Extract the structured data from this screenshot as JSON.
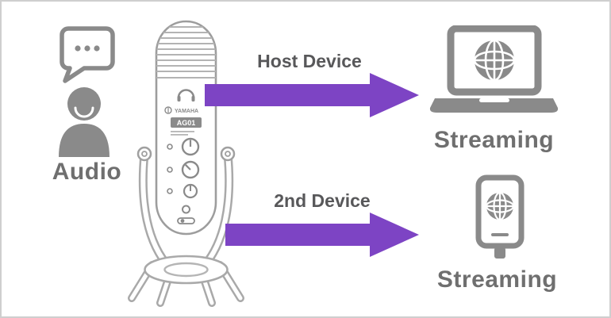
{
  "diagram": {
    "left": {
      "label": "Audio"
    },
    "mic": {
      "brand": "YAMAHA",
      "model": "AG01"
    },
    "flows": [
      {
        "arrow_label": "Host Device",
        "destination_label": "Streaming",
        "device_icon": "laptop-globe-icon"
      },
      {
        "arrow_label": "2nd Device",
        "destination_label": "Streaming",
        "device_icon": "smartphone-globe-icon"
      }
    ],
    "colors": {
      "arrow_purple": "#7d44c4",
      "icon_gray": "#8a8a8a",
      "outline_gray": "#a9a9a9",
      "heading_gray": "#6f6f6f",
      "arrow_label_gray": "#58585a",
      "border_gray": "#cfcfcf"
    }
  }
}
